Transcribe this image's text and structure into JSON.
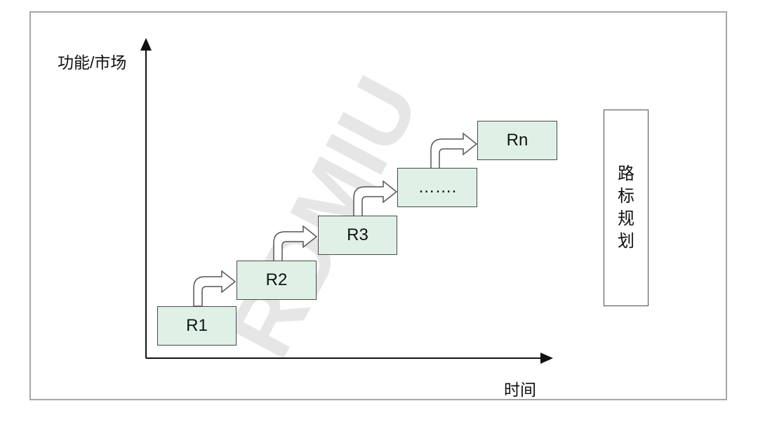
{
  "axes": {
    "y_label": "功能/市场",
    "x_label": "时间"
  },
  "stages": [
    {
      "label": "R1"
    },
    {
      "label": "R2"
    },
    {
      "label": "R3"
    },
    {
      "label": "……."
    },
    {
      "label": "Rn"
    }
  ],
  "side_label": "路标规划",
  "watermark": "RDMIU",
  "colors": {
    "stage_fill": "#dff1e6",
    "border": "#4a4a4a",
    "frame": "#a6a6a6",
    "watermark": "#e6e6e6"
  }
}
